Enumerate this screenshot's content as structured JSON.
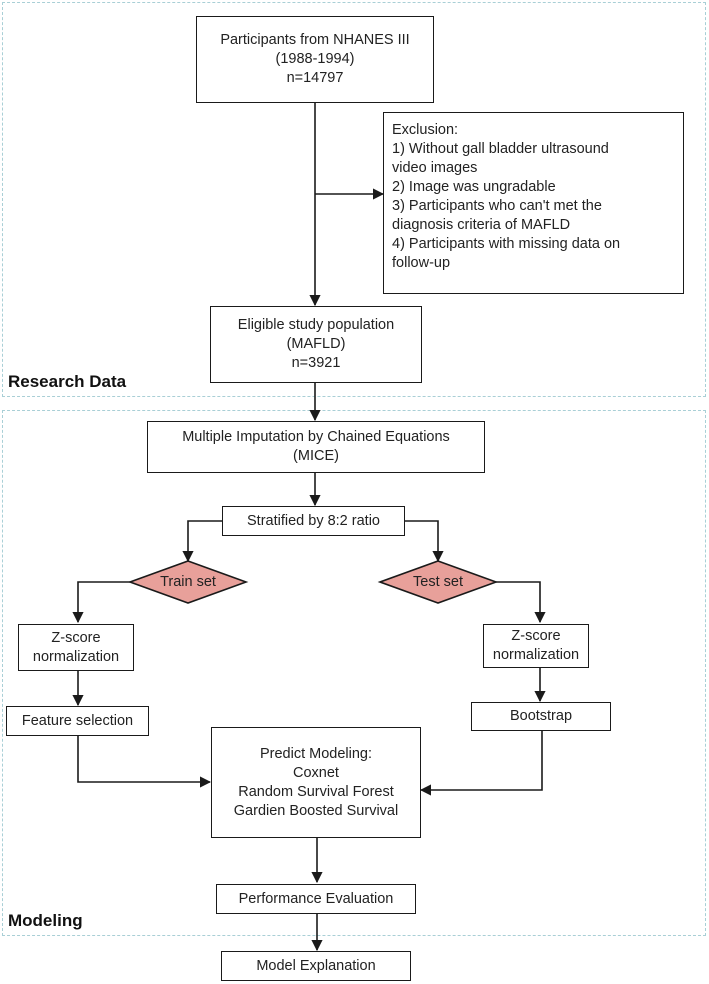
{
  "sections": {
    "research": {
      "label": "Research Data"
    },
    "modeling": {
      "label": "Modeling"
    }
  },
  "nodes": {
    "participants": {
      "lines": [
        "Participants from NHANES III",
        "(1988-1994)",
        "n=14797"
      ]
    },
    "exclusion": {
      "lines": [
        "Exclusion:",
        "1) Without gall bladder ultrasound",
        "video images",
        "2) Image was ungradable",
        "3) Participants who can't met the",
        "diagnosis criteria of MAFLD",
        "4) Participants with missing data on",
        "follow-up"
      ]
    },
    "eligible": {
      "lines": [
        "Eligible study population",
        "(MAFLD)",
        "n=3921"
      ]
    },
    "mice": {
      "lines": [
        "Multiple Imputation by Chained Equations",
        "(MICE)"
      ]
    },
    "stratified": {
      "lines": [
        "Stratified by 8:2 ratio"
      ]
    },
    "train_set": {
      "label": "Train set"
    },
    "test_set": {
      "label": "Test set"
    },
    "zscore_left": {
      "lines": [
        "Z-score",
        "normalization"
      ]
    },
    "zscore_right": {
      "lines": [
        "Z-score",
        "normalization"
      ]
    },
    "feature_selection": {
      "lines": [
        "Feature selection"
      ]
    },
    "bootstrap": {
      "lines": [
        "Bootstrap"
      ]
    },
    "predict": {
      "lines": [
        "Predict Modeling:",
        "Coxnet",
        "Random Survival Forest",
        "Gardien Boosted Survival"
      ]
    },
    "performance": {
      "lines": [
        "Performance Evaluation"
      ]
    },
    "explanation": {
      "lines": [
        "Model Explanation"
      ]
    }
  },
  "colors": {
    "diamond_fill": "#e8a09a",
    "section_border": "#a9cfd6",
    "line": "#1a1a1a"
  }
}
